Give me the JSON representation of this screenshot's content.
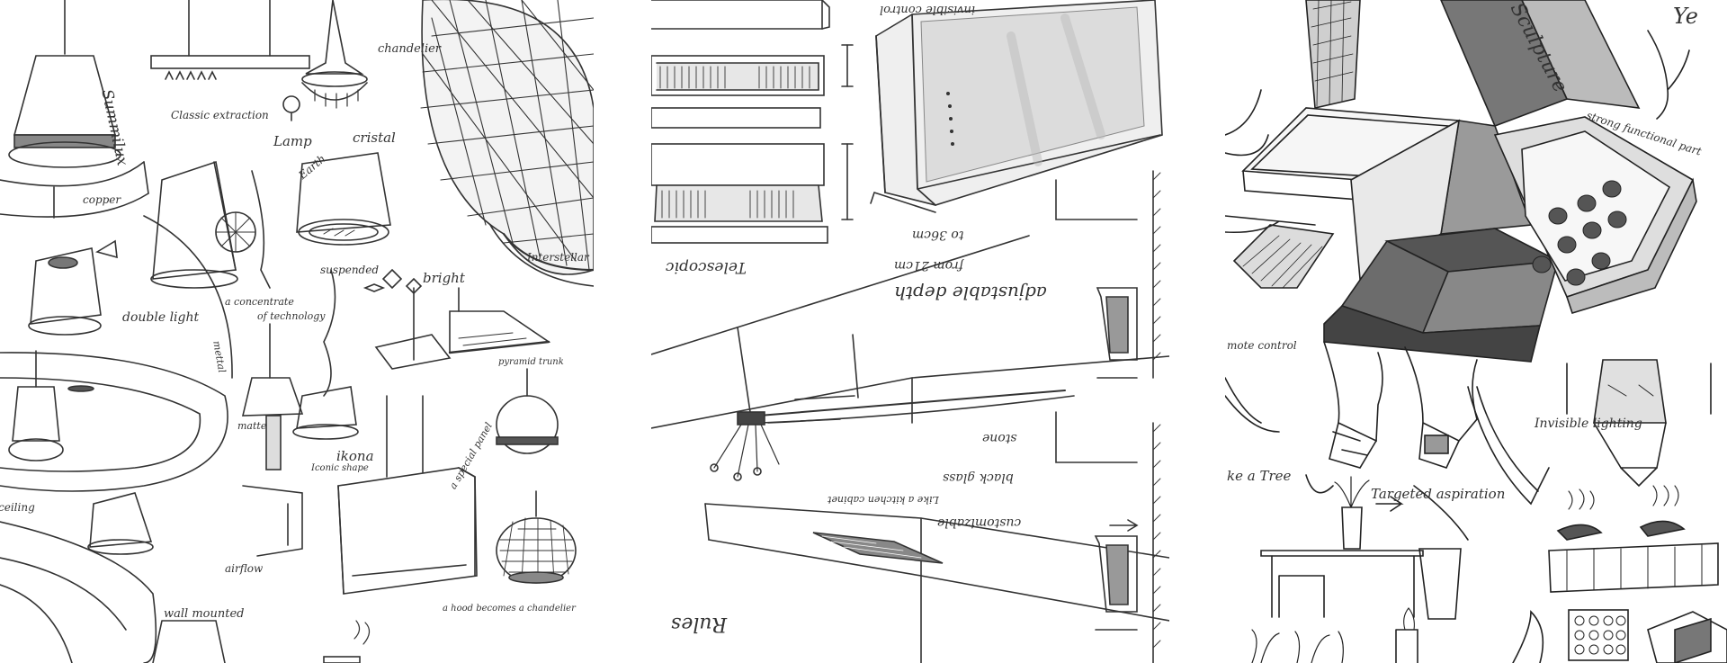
{
  "panel_left": {
    "labels": {
      "summilux": "Summilux",
      "copper": "copper",
      "classic_extraction": "Classic extraction",
      "lamp": "Lamp",
      "chandelier": "chandelier",
      "cristal": "cristal",
      "earth": "Earth",
      "suspended": "suspended",
      "bright": "bright",
      "interstellar": "Interstellar",
      "double_light": "double light",
      "concentrate": "a concentrate",
      "of_technology": "of technology",
      "mettal": "mettal",
      "pyramid_trunk": "pyramid trunk",
      "matte": "matte",
      "ikona": "ikona",
      "iconic_shape": "Iconic shape",
      "special_panel": "a special panel",
      "airflow": "airflow",
      "wall_mounted": "wall mounted",
      "hood_chandelier": "a hood becomes a chandelier",
      "ceiling": "ceiling"
    }
  },
  "panel_middle": {
    "labels": {
      "invisible_control": "invisible control",
      "telescopic": "Telescopic",
      "from_size": "from 21cm",
      "to_size": "to 36cm",
      "adjustable_depth": "adjustable depth",
      "stone": "stone",
      "black_glass": "black glass",
      "kitchen_cabinet": "Like a kitchen cabinet",
      "customizable": "customizable",
      "rules": "Rules"
    }
  },
  "panel_right": {
    "labels": {
      "sculpture": "Sculpture",
      "ye": "Ye",
      "strong_functional": "strong functional part",
      "remote_control": "mote control",
      "invisible_lighting": "Invisible lighting",
      "like_a_tree": "ke a Tree",
      "targeted_aspiration": "Targeted aspiration"
    }
  }
}
